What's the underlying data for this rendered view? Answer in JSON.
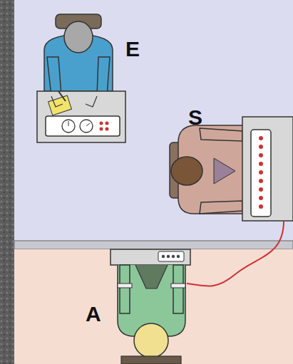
{
  "diagram": {
    "labels": [
      "E",
      "S",
      "A"
    ]
  }
}
